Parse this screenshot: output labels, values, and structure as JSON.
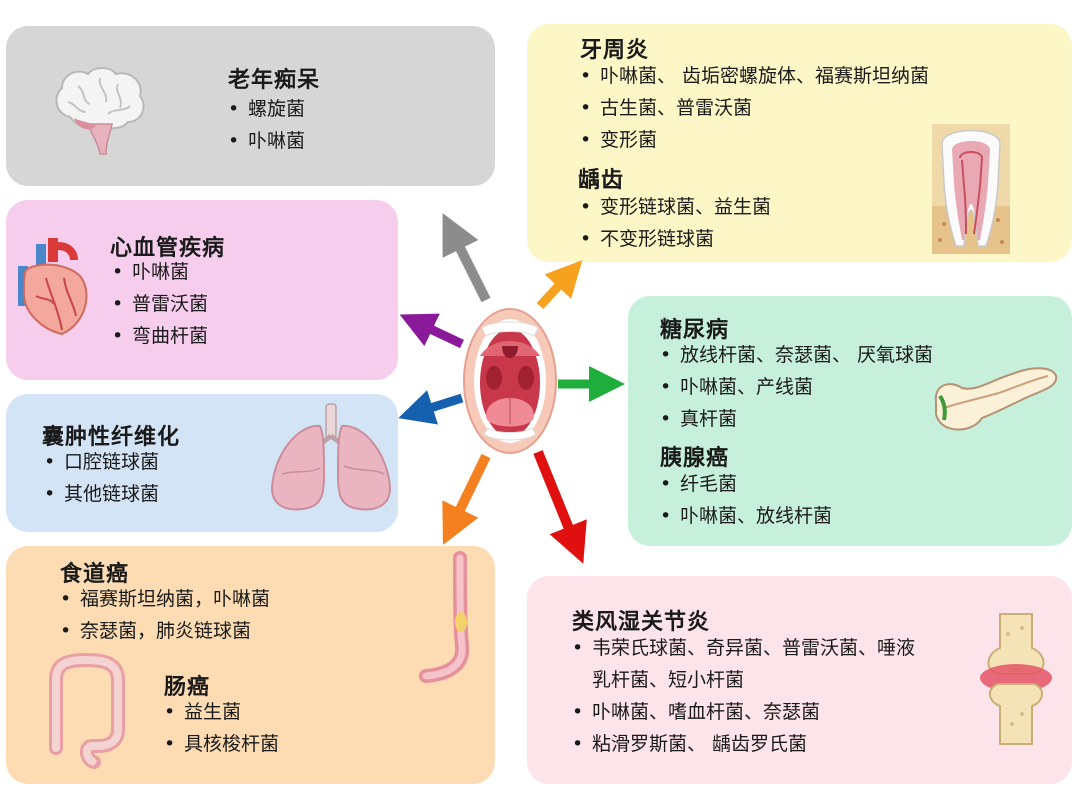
{
  "alzheimers": {
    "title": "老年痴呆",
    "items": [
      "螺旋菌",
      "卟啉菌"
    ]
  },
  "periodontitis": {
    "title": "牙周炎",
    "items": [
      "卟啉菌、 齿垢密螺旋体、福赛斯坦纳菌",
      "古生菌、普雷沃菌",
      "变形菌"
    ]
  },
  "caries": {
    "title": "龋齿",
    "items": [
      "变形链球菌、益生菌",
      "不变形链球菌"
    ]
  },
  "cardiovascular": {
    "title": "心血管疾病",
    "items": [
      "卟啉菌",
      "普雷沃菌",
      "弯曲杆菌"
    ]
  },
  "diabetes": {
    "title": "糖尿病",
    "items": [
      "放线杆菌、奈瑟菌、 厌氧球菌",
      "卟啉菌、产线菌",
      "真杆菌"
    ]
  },
  "pancreatic": {
    "title": "胰腺癌",
    "items": [
      "纤毛菌",
      "卟啉菌、放线杆菌"
    ]
  },
  "cystic_fibrosis": {
    "title": "囊肿性纤维化",
    "items": [
      "口腔链球菌",
      "其他链球菌"
    ]
  },
  "esophageal": {
    "title": "食道癌",
    "items": [
      "福赛斯坦纳菌，卟啉菌",
      "奈瑟菌，肺炎链球菌"
    ]
  },
  "colorectal": {
    "title": "肠癌",
    "items": [
      "益生菌",
      "具核梭杆菌"
    ]
  },
  "rheumatoid": {
    "title": "类风湿关节炎",
    "items": [
      "韦荣氏球菌、奇异菌、普雷沃菌、唾液乳杆菌、短小杆菌",
      "卟啉菌、嗜血杆菌、奈瑟菌",
      "粘滑罗斯菌、 龋齿罗氏菌"
    ]
  },
  "colors": {
    "grey_box": "#d6d6d6",
    "yellow_box": "#fdf6c6",
    "pink_box": "#f6cdec",
    "green_box": "#c6efdc",
    "blue_box": "#d2e4f5",
    "orange_box": "#fddcb4",
    "rose_box": "#fce4ea",
    "arrow_grey": "#8c8c8c",
    "arrow_orange": "#f6a21e",
    "arrow_purple": "#8b1a9a",
    "arrow_green": "#1fae3c",
    "arrow_blue": "#1660b0",
    "arrow_dark_orange": "#f4801f",
    "arrow_red": "#e01010"
  },
  "icons": [
    "brain-icon",
    "tooth-icon",
    "heart-icon",
    "pancreas-icon",
    "lungs-icon",
    "esophagus-icon",
    "intestine-icon",
    "knee-joint-icon",
    "open-mouth-icon"
  ]
}
